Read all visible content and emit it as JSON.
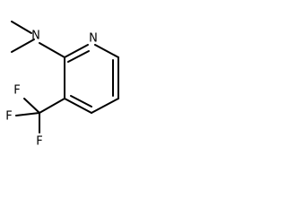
{
  "molecule": {
    "atoms": {
      "amine_nitrogen": "N",
      "ring_nitrogen": "N",
      "fluorine_1": "F",
      "fluorine_2": "F",
      "fluorine_3": "F"
    }
  }
}
